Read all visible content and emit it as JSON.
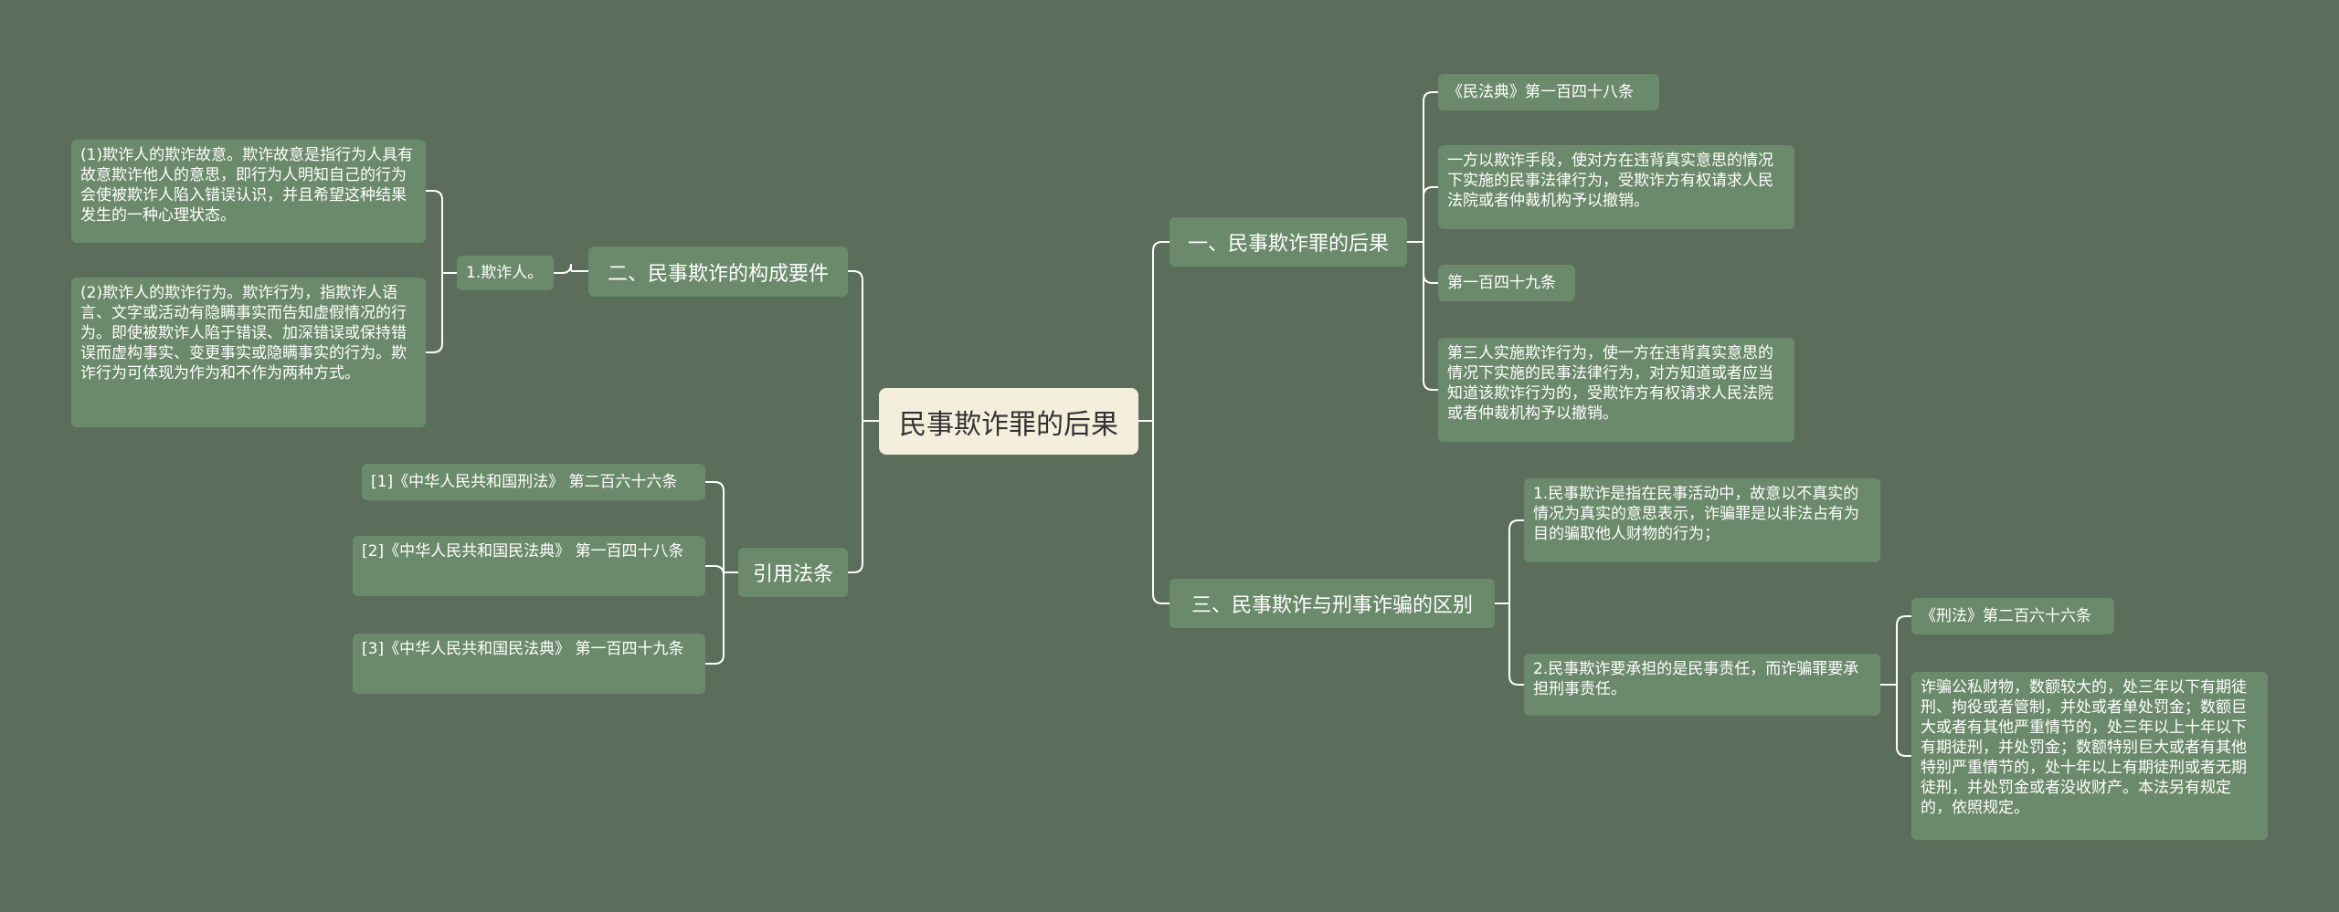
{
  "colors": {
    "background": "#5b6e5b",
    "root_fill": "#f3efdc",
    "node_fill": "#6b8a6b",
    "connector": "#ffffff"
  },
  "root": {
    "label": "民事欺诈罪的后果"
  },
  "left": {
    "constituents": {
      "label": "二、民事欺诈的构成要件",
      "deceiver": {
        "label": "1.欺诈人。",
        "intent": "(1)欺诈人的欺诈故意。欺诈故意是指行为人具有故意欺诈他人的意思，即行为人明知自己的行为会使被欺诈人陷入错误认识，并且希望这种结果发生的一种心理状态。",
        "act": "(2)欺诈人的欺诈行为。欺诈行为，指欺诈人语言、文字或活动有隐瞒事实而告知虚假情况的行为。即使被欺诈人陷于错误、加深错误或保持错误而虚构事实、变更事实或隐瞒事实的行为。欺诈行为可体现为作为和不作为两种方式。"
      }
    },
    "citations": {
      "label": "引用法条",
      "items": [
        "[1]《中华人民共和国刑法》 第二百六十六条",
        "[2]《中华人民共和国民法典》 第一百四十八条",
        "[3]《中华人民共和国民法典》 第一百四十九条"
      ]
    }
  },
  "right": {
    "consequences": {
      "label": "一、民事欺诈罪的后果",
      "items": [
        "《民法典》第一百四十八条",
        "一方以欺诈手段，使对方在违背真实意思的情况下实施的民事法律行为，受欺诈方有权请求人民法院或者仲裁机构予以撤销。",
        "第一百四十九条",
        "第三人实施欺诈行为，使一方在违背真实意思的情况下实施的民事法律行为，对方知道或者应当知道该欺诈行为的，受欺诈方有权请求人民法院或者仲裁机构予以撤销。"
      ]
    },
    "difference": {
      "label": "三、民事欺诈与刑事诈骗的区别",
      "point1": "1.民事欺诈是指在民事活动中，故意以不真实的情况为真实的意思表示，诈骗罪是以非法占有为目的骗取他人财物的行为；",
      "point2": {
        "label": "2.民事欺诈要承担的是民事责任，而诈骗罪要承担刑事责任。",
        "items": [
          "《刑法》第二百六十六条",
          "诈骗公私财物，数额较大的，处三年以下有期徒刑、拘役或者管制，并处或者单处罚金；数额巨大或者有其他严重情节的，处三年以上十年以下有期徒刑，并处罚金；数额特别巨大或者有其他特别严重情节的，处十年以上有期徒刑或者无期徒刑，并处罚金或者没收财产。本法另有规定的，依照规定。"
        ]
      }
    }
  }
}
